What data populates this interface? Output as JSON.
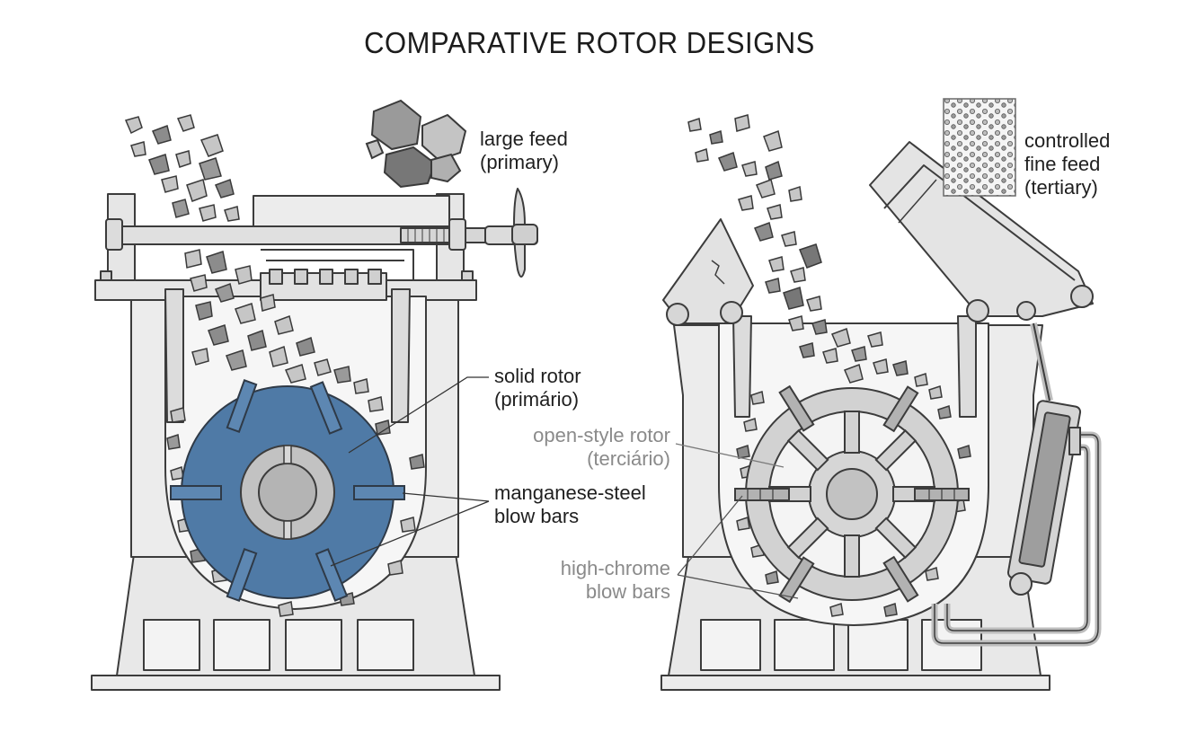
{
  "title": "COMPARATIVE ROTOR DESIGNS",
  "colors": {
    "housing_fill": "#ececec",
    "outline": "#3c3c3c",
    "solid_rotor": "#4f7aa6",
    "open_rotor": "#d2d2d2",
    "rock_dark": "#7d7d7d",
    "rock_light": "#c3c3c3",
    "muted_label": "#8a8a8a"
  },
  "left_crusher": {
    "feed_label_1": "large feed",
    "feed_label_2": "(primary)",
    "rotor_label_1": "solid rotor",
    "rotor_label_2": "(primário)",
    "bars_label_1": "manganese-steel",
    "bars_label_2": "blow bars"
  },
  "right_crusher": {
    "feed_label_1": "controlled",
    "feed_label_2": "fine feed",
    "feed_label_3": "(tertiary)",
    "rotor_label_1": "open-style rotor",
    "rotor_label_2": "(terciário)",
    "bars_label_1": "high-chrome",
    "bars_label_2": "blow bars"
  }
}
